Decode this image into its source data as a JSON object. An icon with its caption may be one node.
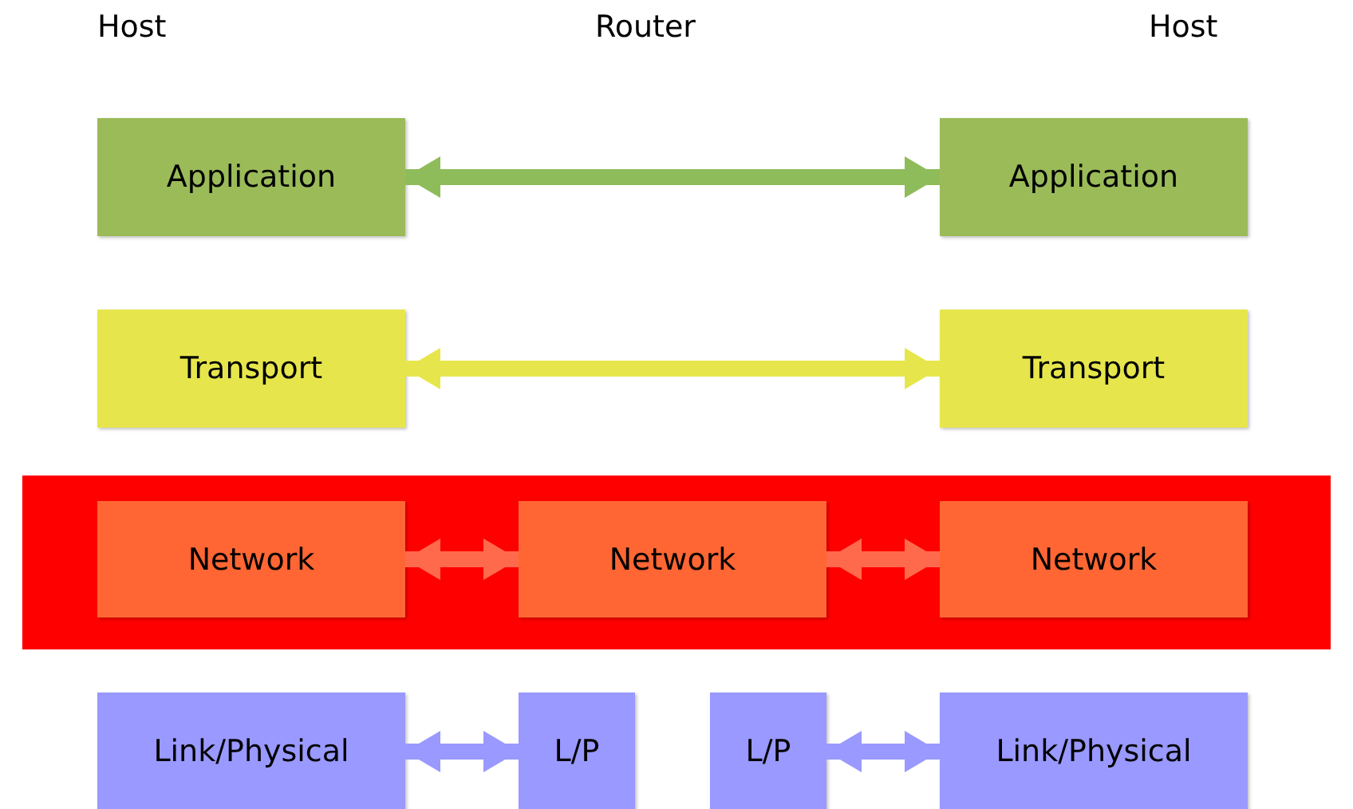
{
  "diagram": {
    "nodes": [
      {
        "text": [
          "Application"
        ]
      },
      {
        "text": [
          "Application"
        ]
      },
      {
        "text": [
          "Transport"
        ]
      },
      {
        "text": [
          "Transport"
        ]
      },
      {
        "text": [],
        "shape": "band"
      },
      {
        "text": [
          "Network"
        ],
        "in": 4
      },
      {
        "text": [
          "Network"
        ],
        "in": 4
      },
      {
        "text": [
          "Network"
        ],
        "in": 4
      },
      {
        "text": [
          "Link/Physical"
        ]
      },
      {
        "text": [
          "L/P"
        ]
      },
      {
        "text": [
          "L/P"
        ]
      },
      {
        "text": [
          "Link/Physical"
        ]
      }
    ],
    "edges": [
      {
        "from": 0,
        "to": 1,
        "arrow": "both",
        "color": "#8fbc5a"
      },
      {
        "from": 2,
        "to": 3,
        "arrow": "both",
        "color": "#e6e64c"
      },
      {
        "from": 5,
        "to": 6,
        "arrow": "both",
        "color": "#ff6a4d"
      },
      {
        "from": 6,
        "to": 7,
        "arrow": "both",
        "color": "#ff6a4d"
      },
      {
        "from": 8,
        "to": 9,
        "arrow": "both",
        "color": "#9999ff"
      },
      {
        "from": 10,
        "to": 11,
        "arrow": "both",
        "color": "#9999ff"
      }
    ],
    "labels": [
      "Host",
      "Router",
      "Host"
    ]
  }
}
